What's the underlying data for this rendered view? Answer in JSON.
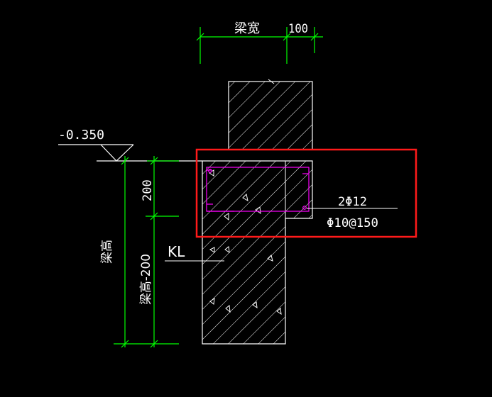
{
  "labels": {
    "beam_width": "梁宽",
    "extension": "100",
    "elevation": "-0.350",
    "dim_200": "200",
    "beam_height": "梁高",
    "beam_height_minus": "梁高-200",
    "kl": "KL",
    "rebar_top": "2Φ12",
    "rebar_stirrup": "Φ10@150"
  },
  "colors": {
    "background": "#000000",
    "dimension": "#00ff00",
    "outline": "#ffffff",
    "rebar": "#ff00ff",
    "highlight": "#ff1a1a"
  }
}
